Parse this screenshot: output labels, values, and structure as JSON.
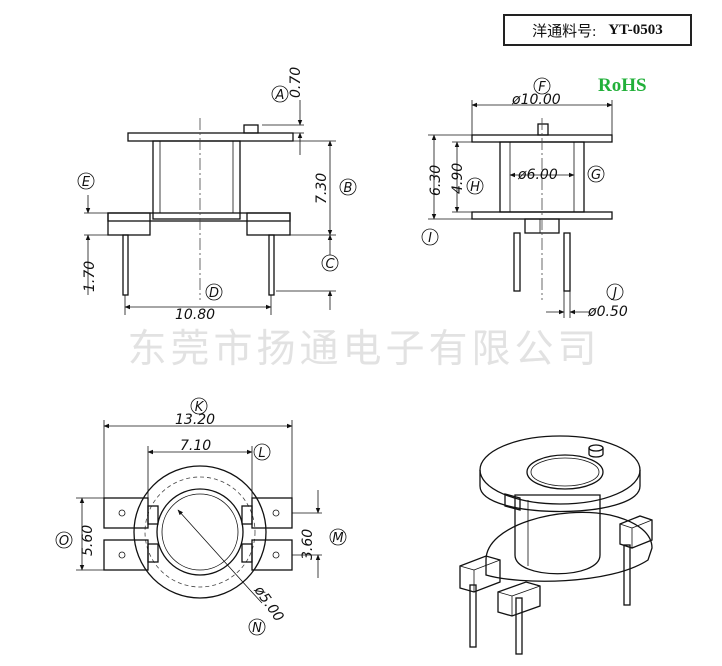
{
  "header": {
    "part_label": "洋通料号:",
    "part_number": "YT-0503"
  },
  "rohs_label": "RoHS",
  "watermark": "东莞市扬通电子有限公司",
  "dimensions": {
    "A": "0.70",
    "B": "7.30",
    "C": "1.70",
    "D": "10.80",
    "F": "ø10.00",
    "H": "4.90",
    "I": "6.30",
    "G": "ø6.00",
    "J": "ø0.50",
    "K": "13.20",
    "L": "7.10",
    "M": "3.60",
    "O": "5.60",
    "N": "ø5.00"
  },
  "callouts": {
    "A": "A",
    "B": "B",
    "C": "C",
    "D": "D",
    "E": "E",
    "F": "F",
    "G": "G",
    "H": "H",
    "I": "I",
    "J": "J",
    "K": "K",
    "L": "L",
    "M": "M",
    "N": "N",
    "O": "O"
  }
}
